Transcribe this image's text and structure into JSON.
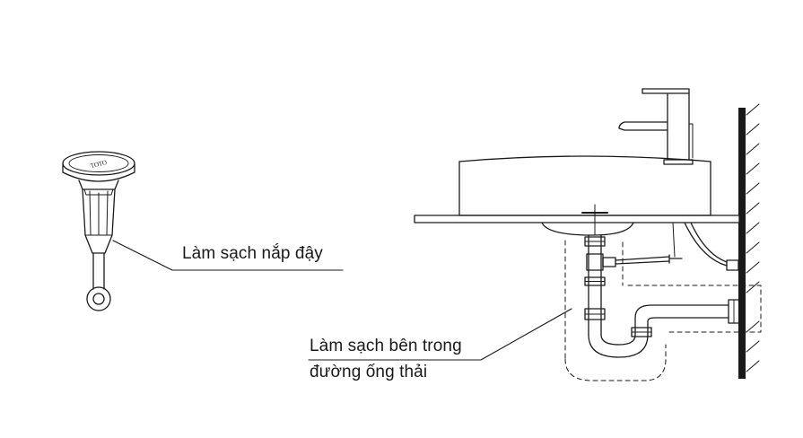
{
  "labels": {
    "stopper_cleaning": "Làm sạch nắp đậy",
    "drain_cleaning_line1": "Làm sạch bên trong",
    "drain_cleaning_line2": "đường ống thải"
  },
  "stopper_brand": "TOTO",
  "colors": {
    "line": "#1a1a1a",
    "background": "#ffffff"
  }
}
